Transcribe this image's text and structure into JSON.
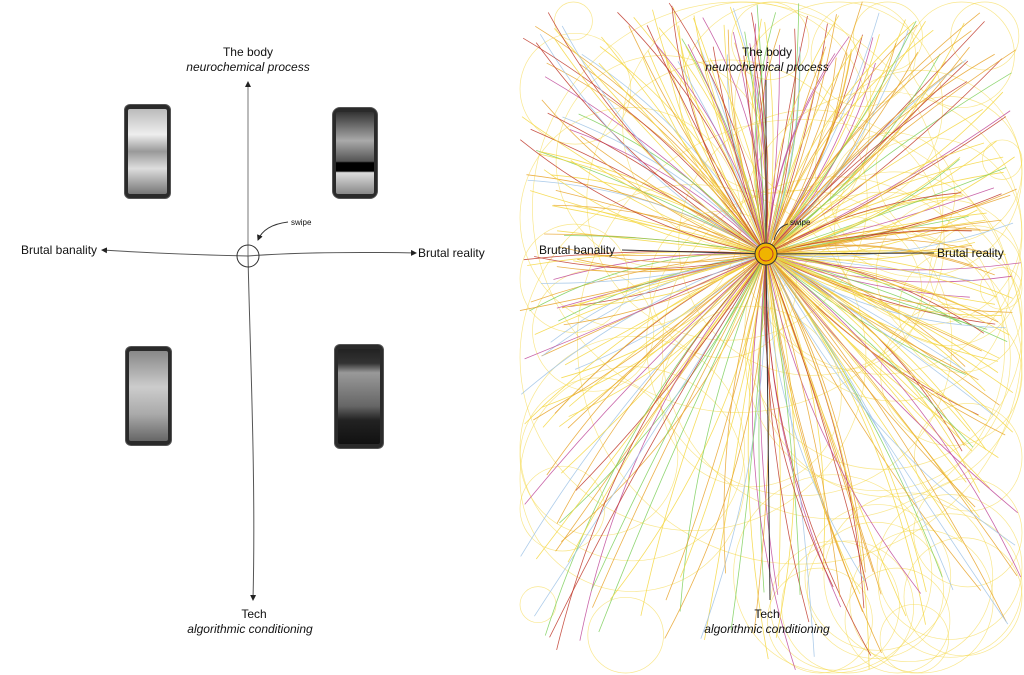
{
  "axes": {
    "top_title": "The body",
    "top_subtitle": "neurochemical process",
    "bottom_title": "Tech",
    "bottom_subtitle": "algorithmic conditioning",
    "left": "Brutal banality",
    "right": "Brutal reality",
    "center_note": "swipe"
  },
  "colors": {
    "yellow": "#f5d742",
    "orange": "#e8a32a",
    "green": "#7ccf5a",
    "magenta": "#c04a9a",
    "red": "#c0392b",
    "blue": "#9fc3e6"
  }
}
